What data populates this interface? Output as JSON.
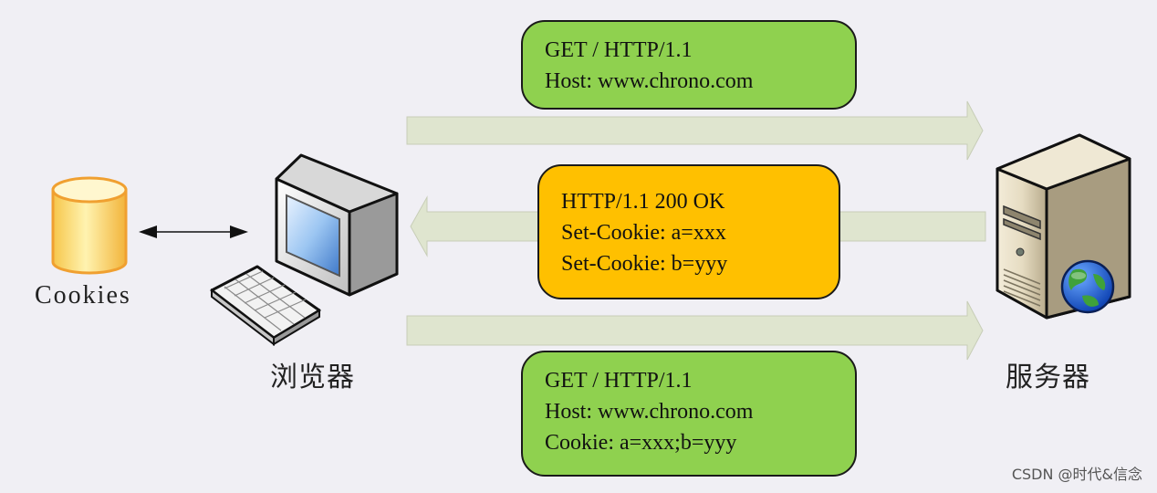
{
  "nodes": {
    "cookies": "Cookies",
    "browser": "浏览器",
    "server": "服务器"
  },
  "messages": {
    "request1": {
      "lines": [
        "GET / HTTP/1.1",
        "Host: www.chrono.com"
      ]
    },
    "response": {
      "lines": [
        "HTTP/1.1 200 OK",
        "Set-Cookie: a=xxx",
        "Set-Cookie: b=yyy"
      ]
    },
    "request2": {
      "lines": [
        "GET / HTTP/1.1",
        "Host: www.chrono.com",
        "Cookie: a=xxx;b=yyy"
      ]
    }
  },
  "watermark": "CSDN @时代&信念",
  "colors": {
    "background": "#f0eff4",
    "request_box": "#8fd14f",
    "response_box": "#ffc000",
    "arrow_fill": "#dfe5cf",
    "cookie_cylinder": "#fde68a"
  },
  "icons": [
    "database-cylinder-icon",
    "desktop-computer-icon",
    "keyboard-icon",
    "server-tower-icon",
    "globe-icon"
  ]
}
